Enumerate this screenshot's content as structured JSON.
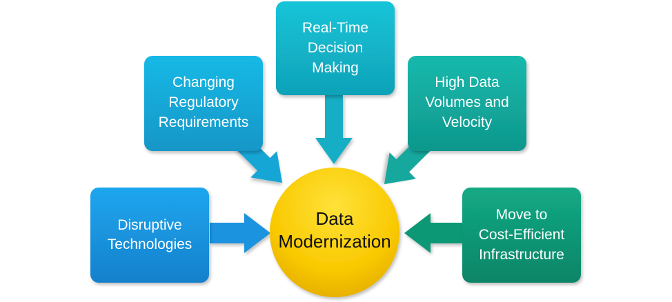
{
  "diagram": {
    "center": {
      "line1": "Data",
      "line2": "Modernization"
    },
    "drivers": [
      {
        "id": "disruptive",
        "lines": [
          "Disruptive",
          "Technologies"
        ]
      },
      {
        "id": "regulatory",
        "lines": [
          "Changing",
          "Regulatory",
          "Requirements"
        ]
      },
      {
        "id": "realtime",
        "lines": [
          "Real-Time",
          "Decision",
          "Making"
        ]
      },
      {
        "id": "volumes",
        "lines": [
          "High Data",
          "Volumes and",
          "Velocity"
        ]
      },
      {
        "id": "infrastructure",
        "lines": [
          "Move to",
          "Cost-Efficient",
          "Infrastructure"
        ]
      }
    ]
  }
}
